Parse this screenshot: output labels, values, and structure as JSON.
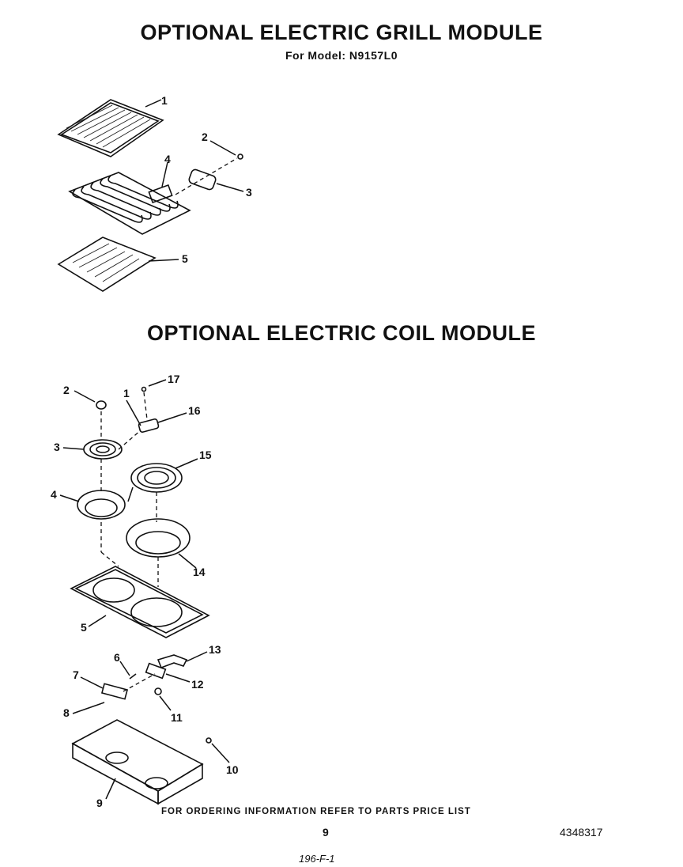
{
  "sections": [
    {
      "title": "OPTIONAL ELECTRIC GRILL MODULE",
      "subtitle": "For Model: N9157L0",
      "callouts": [
        {
          "label": "1",
          "part": "grill-grate"
        },
        {
          "label": "2",
          "part": "screw"
        },
        {
          "label": "3",
          "part": "receptacle"
        },
        {
          "label": "4",
          "part": "grill-element"
        },
        {
          "label": "5",
          "part": "drip-pan"
        }
      ]
    },
    {
      "title": "OPTIONAL ELECTRIC COIL MODULE",
      "callouts": [
        {
          "label": "1",
          "part": "terminal"
        },
        {
          "label": "2",
          "part": "knob-cap"
        },
        {
          "label": "3",
          "part": "small-coil-element"
        },
        {
          "label": "4",
          "part": "small-drip-bowl"
        },
        {
          "label": "5",
          "part": "cooktop-frame"
        },
        {
          "label": "6",
          "part": "clip"
        },
        {
          "label": "7",
          "part": "connector-block"
        },
        {
          "label": "8",
          "part": "connector-screw"
        },
        {
          "label": "9",
          "part": "module-box"
        },
        {
          "label": "10",
          "part": "box-screw"
        },
        {
          "label": "11",
          "part": "nut"
        },
        {
          "label": "12",
          "part": "insulator"
        },
        {
          "label": "13",
          "part": "bracket"
        },
        {
          "label": "14",
          "part": "large-drip-bowl"
        },
        {
          "label": "15",
          "part": "large-coil-element"
        },
        {
          "label": "16",
          "part": "receptacle"
        },
        {
          "label": "17",
          "part": "screw"
        }
      ]
    }
  ],
  "footer": {
    "ordering_text": "FOR ORDERING INFORMATION REFER TO PARTS PRICE LIST",
    "page_number": "9",
    "document_number": "4348317",
    "handwritten_note": "196-F-1"
  }
}
